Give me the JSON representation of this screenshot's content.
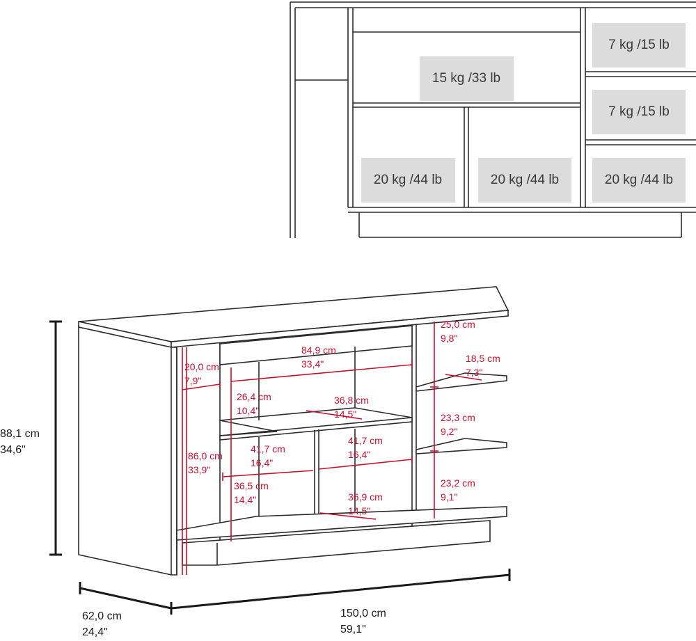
{
  "load_capacity": {
    "top_shelf": "15 kg /33 lb",
    "right_top": "7 kg /15 lb",
    "right_middle": "7 kg /15 lb",
    "bottom_left": "20 kg /44 lb",
    "bottom_center": "20 kg /44 lb",
    "bottom_right": "20 kg /44 lb"
  },
  "dimensions": {
    "height": {
      "cm": "88,1 cm",
      "in": "34,6\""
    },
    "depth": {
      "cm": "62,0 cm",
      "in": "24,4\""
    },
    "width": {
      "cm": "150,0 cm",
      "in": "59,1\""
    },
    "interior_top_width": {
      "cm": "84,9 cm",
      "in": "33,4\""
    },
    "top_opening": {
      "cm": "20,0 cm",
      "in": "7,9\""
    },
    "upper_open_height": {
      "cm": "26,4 cm",
      "in": "10,4\""
    },
    "shelf_depth_upper": {
      "cm": "36,8 cm",
      "in": "14,5\""
    },
    "side_height": {
      "cm": "86,0 cm",
      "in": "33,9\""
    },
    "left_cube_width": {
      "cm": "41,7 cm",
      "in": "16,4\""
    },
    "center_cube_width": {
      "cm": "41,7 cm",
      "in": "16,4\""
    },
    "lower_cube_height": {
      "cm": "36,5 cm",
      "in": "14,4\""
    },
    "shelf_depth_lower": {
      "cm": "36,9 cm",
      "in": "14,5\""
    },
    "right_top_height": {
      "cm": "25,0 cm",
      "in": "9,8\""
    },
    "right_shelf_depth": {
      "cm": "18,5 cm",
      "in": "7,3\""
    },
    "right_mid_height": {
      "cm": "23,3 cm",
      "in": "9,2\""
    },
    "right_low_height": {
      "cm": "23,2 cm",
      "in": "9,1\""
    }
  }
}
